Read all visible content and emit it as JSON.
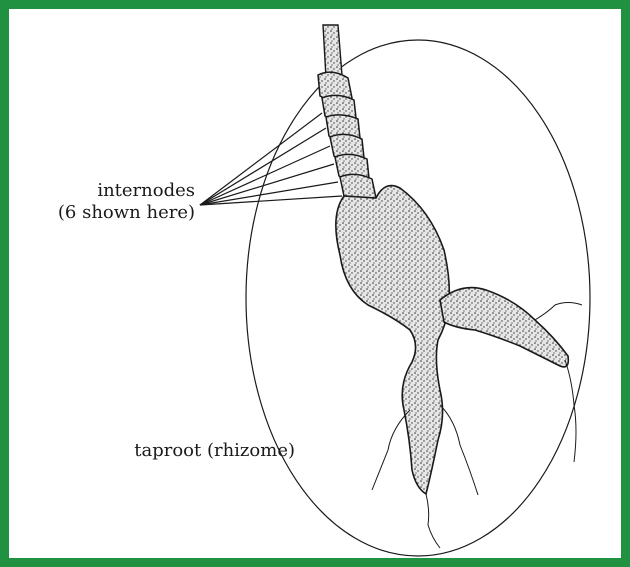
{
  "labels": {
    "internodes_line1": "internodes",
    "internodes_line2": "(6 shown here)",
    "taproot": "taproot (rhizome)"
  },
  "colors": {
    "border": "#1f9140",
    "ink": "#1a1a1a",
    "root_fill": "#d8d8d8"
  },
  "figure": {
    "subject": "rhizome-taproot-drawing",
    "internode_count": 6
  }
}
